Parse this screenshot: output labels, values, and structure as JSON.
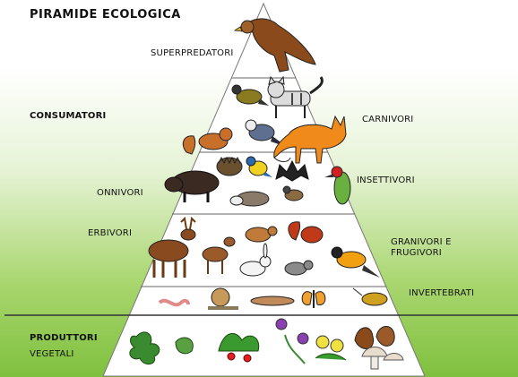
{
  "title": "PIRAMIDE ECOLOGICA",
  "levels": {
    "superpredatori": "SUPERPREDATORI",
    "consumatori": "CONSUMATORI",
    "carnivori": "CARNIVORI",
    "onnivori": "ONNIVORI",
    "insettivori": "INSETTIVORI",
    "erbivori": "ERBIVORI",
    "granivori": "GRANIVORI E",
    "frugivori": "FRUGIVORI",
    "invertebrati": "INVERTEBRATI",
    "produttori": "PRODUTTORI",
    "vegetali": "VEGETALI"
  },
  "colors": {
    "pyramid_fill": "#ffffff",
    "pyramid_stroke": "#666666",
    "divider": "#333333",
    "bg_bottom": "#7fc03e"
  },
  "icons": [
    "eagle-icon",
    "bird-icon",
    "cat-icon",
    "fox-icon",
    "squirrel-icon",
    "jay-icon",
    "boar-icon",
    "hedgehog-icon",
    "tit-icon",
    "bat-icon",
    "woodpecker-icon",
    "badger-icon",
    "sparrow-icon",
    "deer-icon",
    "fawn-icon",
    "mouse-icon",
    "red-squirrel-icon",
    "rabbit-icon",
    "dormouse-icon",
    "oriole-icon",
    "worm-icon",
    "snail-icon",
    "slug-icon",
    "butterfly-icon",
    "beetle-icon",
    "ivy-icon",
    "strawberry-icon",
    "violet-icon",
    "primrose-icon",
    "chestnut-icon",
    "mushroom-icon"
  ]
}
